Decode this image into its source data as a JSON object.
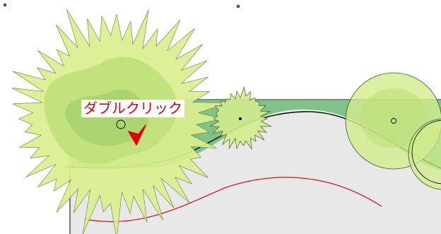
{
  "annotation": {
    "text": "ダブルクリック",
    "color": "#e00000"
  },
  "canvas": {
    "background": "#ffffff",
    "rectangle_fill": "#e8e8e8",
    "band_fill": "#6fbf7a",
    "tree_fill": "#d2ec8c",
    "tree_shade": "#bfe07a",
    "curve_color": "#cc2222",
    "outline_color": "#000000"
  },
  "objects": [
    {
      "kind": "spiky-tree-symbol"
    },
    {
      "kind": "small-tree-symbol"
    },
    {
      "kind": "round-tree-symbol"
    },
    {
      "kind": "round-tree-symbol"
    },
    {
      "kind": "rectangle-shape"
    },
    {
      "kind": "wave-band-shape"
    },
    {
      "kind": "red-curve-line"
    }
  ]
}
